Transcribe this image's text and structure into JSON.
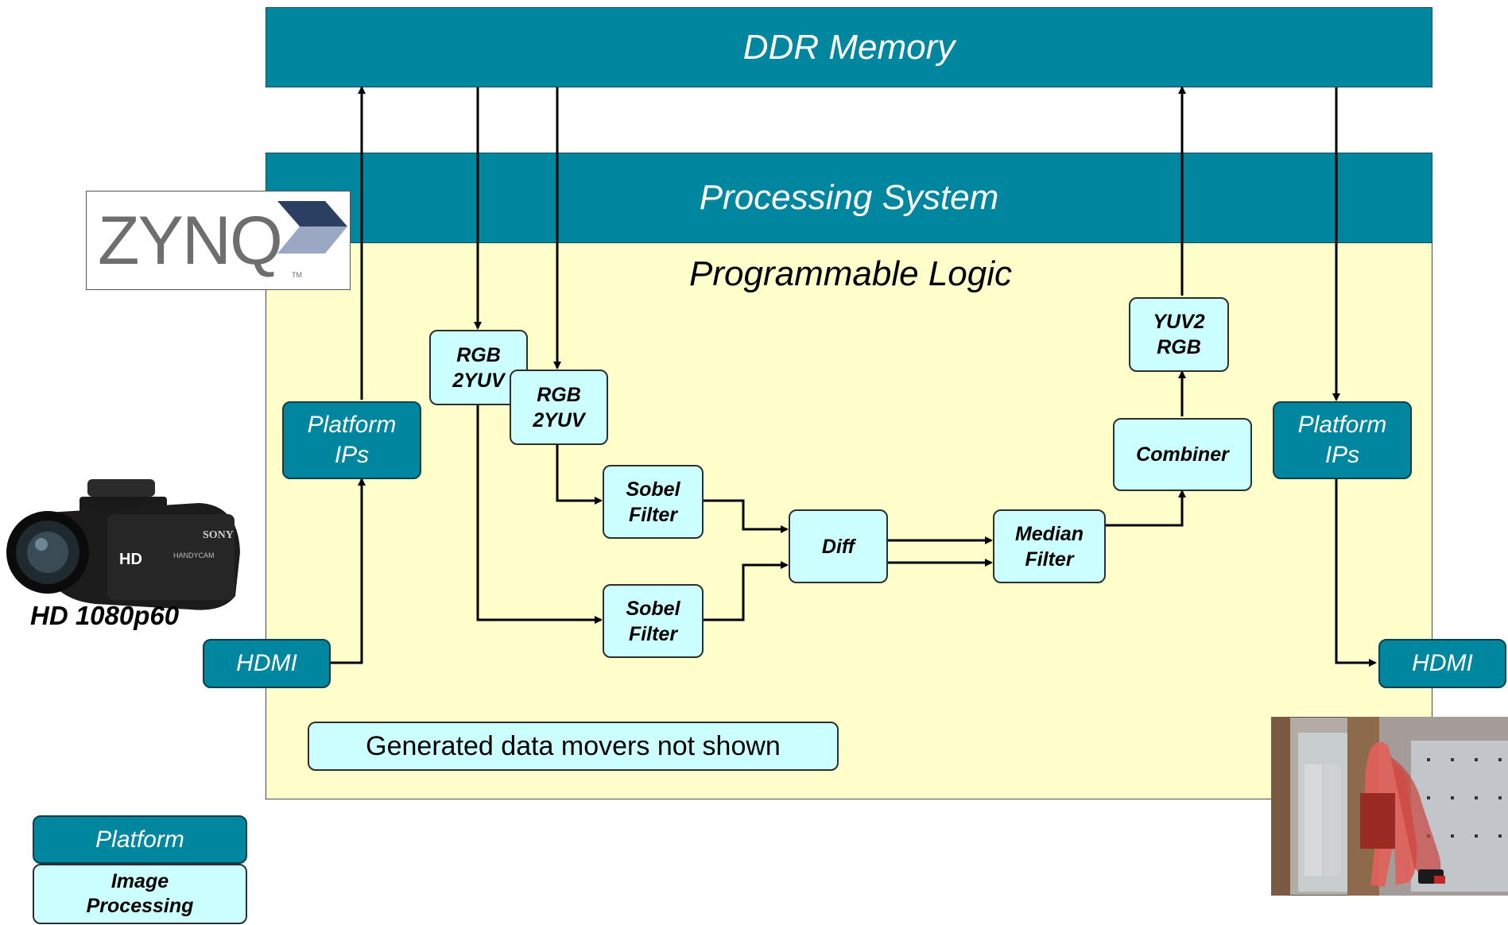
{
  "ddr_memory": "DDR Memory",
  "processing_system": "Processing System",
  "programmable_logic": "Programmable Logic",
  "zynq_logo_text": "ZYNQ",
  "zynq_tm": "TM",
  "camera_label": "HD 1080p60",
  "camera_brand": "SONY",
  "camera_hd": "HD",
  "camera_model": "HANDYCAM",
  "blocks": {
    "hdmi_in": "HDMI",
    "platform_ips_left": [
      "Platform",
      "IPs"
    ],
    "rgb2yuv_1": [
      "RGB",
      "2YUV"
    ],
    "rgb2yuv_2": [
      "RGB",
      "2YUV"
    ],
    "sobel_1": [
      "Sobel",
      "Filter"
    ],
    "sobel_2": [
      "Sobel",
      "Filter"
    ],
    "diff": "Diff",
    "median": [
      "Median",
      "Filter"
    ],
    "combiner": "Combiner",
    "yuv2rgb": [
      "YUV2",
      "RGB"
    ],
    "platform_ips_right": [
      "Platform",
      "IPs"
    ],
    "hdmi_out": "HDMI"
  },
  "note": "Generated data movers not shown",
  "legend": {
    "platform": "Platform",
    "image_processing": [
      "Image",
      "Processing"
    ]
  },
  "colors": {
    "platform_teal": "#00869f",
    "image_processing_cyan": "#ccffff",
    "programmable_logic_yellow": "#ffffcc"
  }
}
